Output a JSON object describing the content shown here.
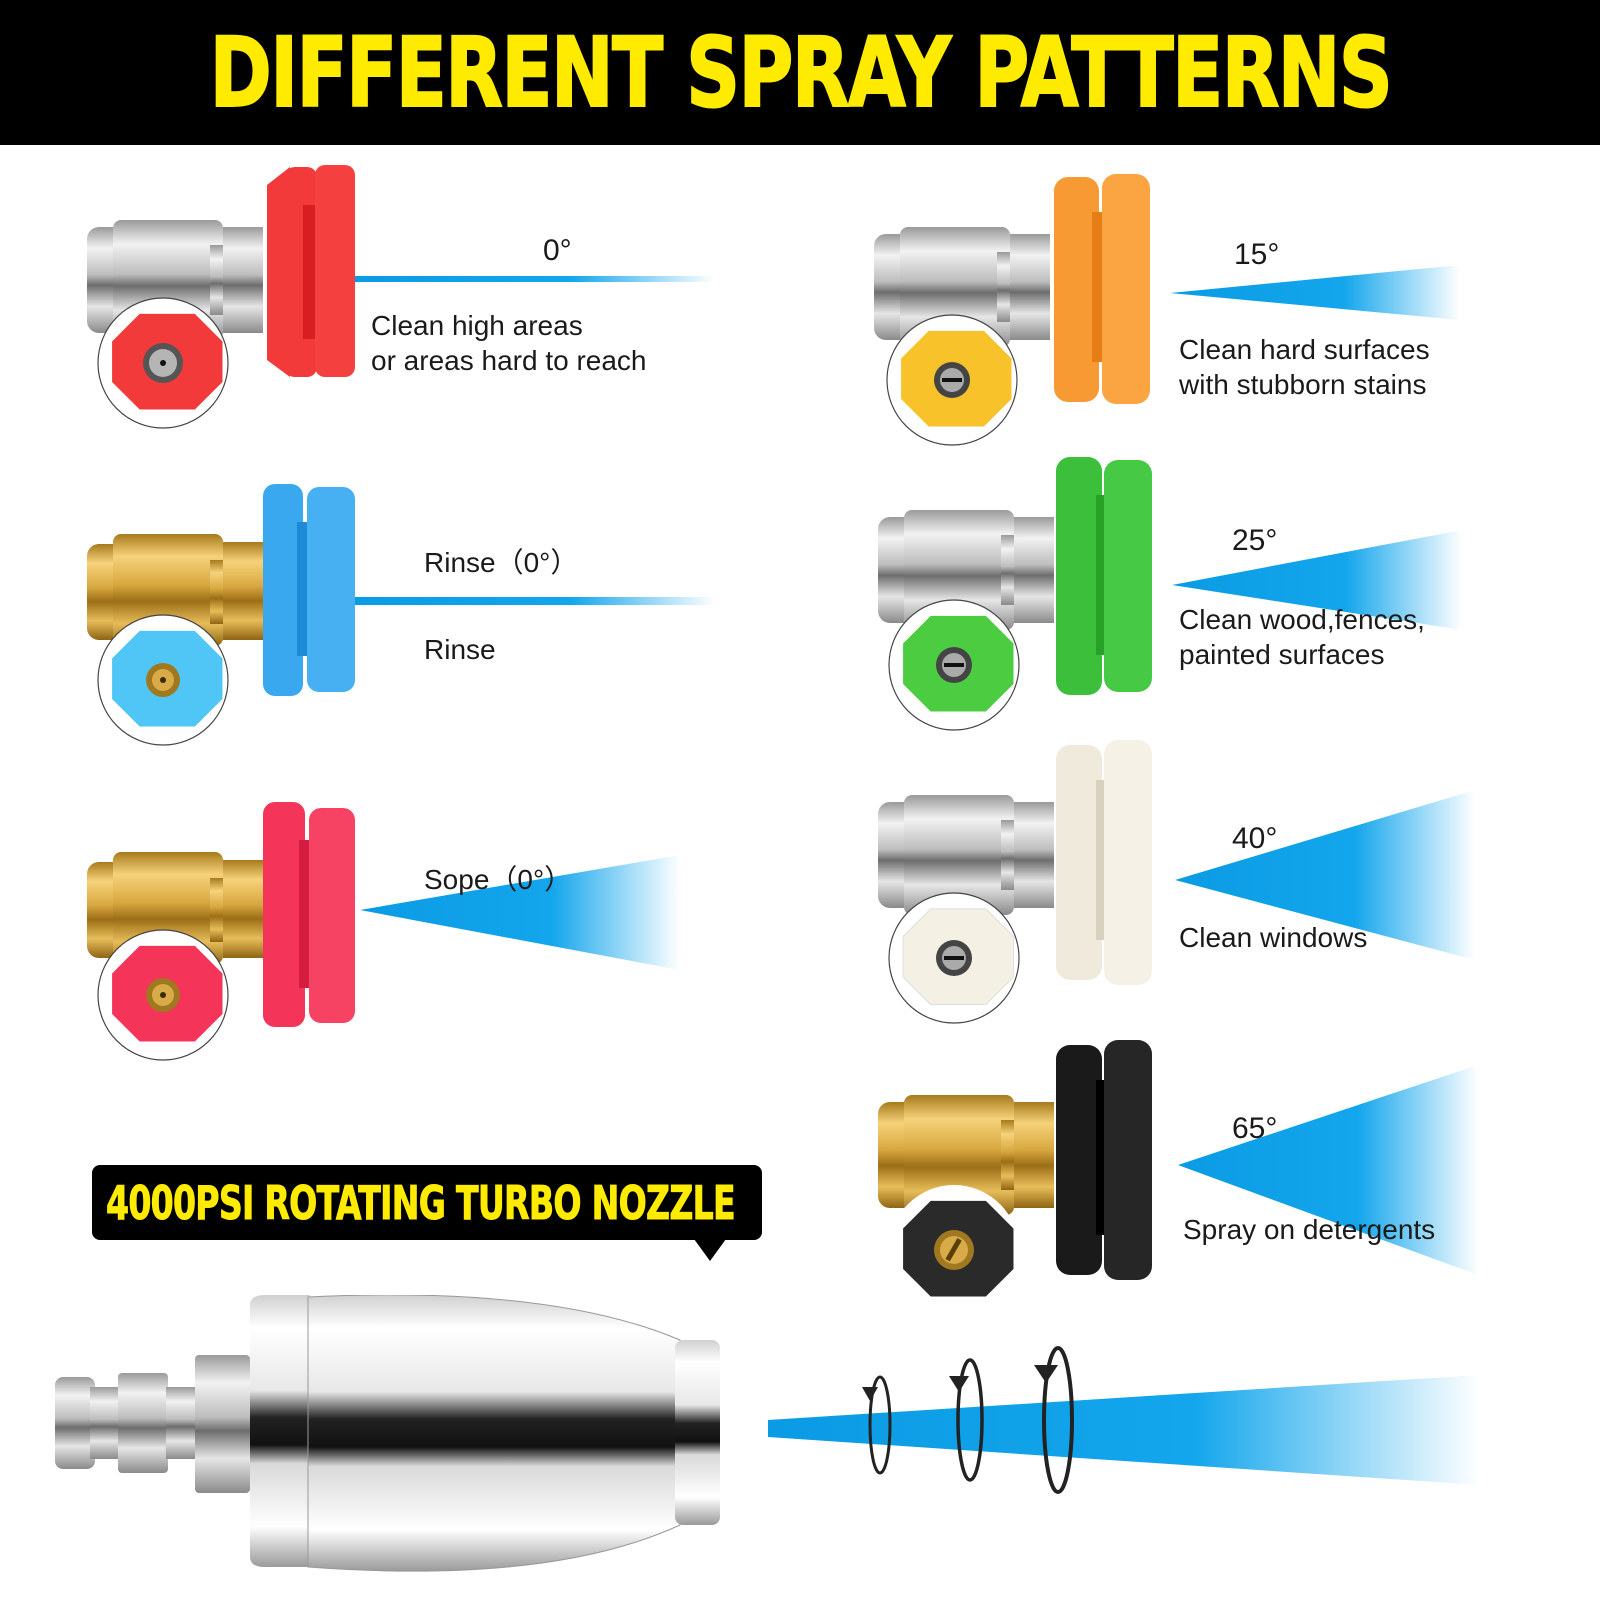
{
  "banner": {
    "title": "DIFFERENT SPRAY PATTERNS"
  },
  "colors": {
    "banner_bg": "#000000",
    "banner_text": "#ffeb00",
    "spray_blue": "#0aa0e6",
    "nozzle_red": "#f23a3a",
    "nozzle_blue": "#3aa8ee",
    "nozzle_pink": "#f5345a",
    "nozzle_orange": "#f89a34",
    "nozzle_yellow": "#f8c22a",
    "nozzle_green": "#3cbf3a",
    "nozzle_white": "#f3ede2",
    "nozzle_black": "#1a1a1a"
  },
  "left_nozzles": [
    {
      "name": "red-0",
      "angle": "0°",
      "description_line1": "Clean high areas",
      "description_line2": "or areas hard to reach",
      "color": "#f23a3a",
      "connector": "silver"
    },
    {
      "name": "blue-rinse",
      "angle": "Rinse（0°）",
      "description_line1": "Rinse",
      "description_line2": "",
      "color": "#3aa8ee",
      "connector": "brass"
    },
    {
      "name": "pink-soap",
      "angle": "Sope（0°）",
      "description_line1": "",
      "description_line2": "",
      "color": "#f5345a",
      "connector": "brass"
    }
  ],
  "right_nozzles": [
    {
      "name": "orange-15",
      "angle": "15°",
      "description_line1": "Clean hard surfaces",
      "description_line2": "with stubborn stains",
      "color": "#f89a34",
      "tip_color": "#f8c22a",
      "connector": "silver"
    },
    {
      "name": "green-25",
      "angle": "25°",
      "description_line1": "Clean wood,fences,",
      "description_line2": "painted surfaces",
      "color": "#3cbf3a",
      "connector": "silver"
    },
    {
      "name": "white-40",
      "angle": "40°",
      "description_line1": "Clean windows",
      "description_line2": "",
      "color": "#f3ede2",
      "connector": "silver"
    },
    {
      "name": "black-65",
      "angle": "65°",
      "description_line1": "Spray on detergents",
      "description_line2": "",
      "color": "#1a1a1a",
      "connector": "brass"
    }
  ],
  "turbo": {
    "callout": "4000PSI ROTATING TURBO NOZZLE"
  }
}
